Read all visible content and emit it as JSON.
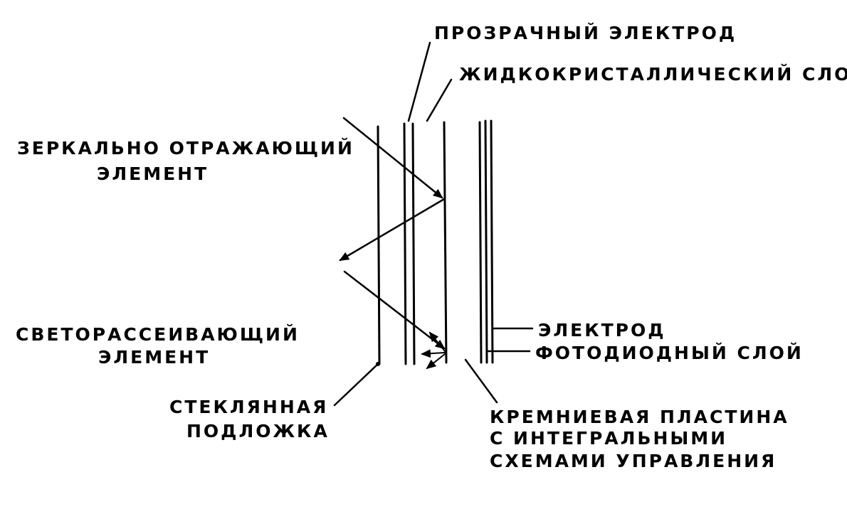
{
  "labels": {
    "transparent_electrode": "ПРОЗРАЧНЫЙ ЭЛЕКТРОД",
    "liquid_crystal_layer": "ЖИДКОКРИСТАЛЛИЧЕСКИЙ СЛОЙ",
    "mirror_element_line1": "ЗЕРКАЛЬНО ОТРАЖАЮЩИЙ",
    "mirror_element_line2": "ЭЛЕМЕНТ",
    "scattering_element_line1": "СВЕТОРАССЕИВАЮЩИЙ",
    "scattering_element_line2": "ЭЛЕМЕНТ",
    "glass_substrate_line1": "СТЕКЛЯННАЯ",
    "glass_substrate_line2": "ПОДЛОЖКА",
    "electrode": "ЭЛЕКТРОД",
    "photodiode_layer": "ФОТОДИОДНЫЙ СЛОЙ",
    "silicon_wafer_line1": "КРЕМНИЕВАЯ ПЛАСТИНА",
    "silicon_wafer_line2": "С ИНТЕГРАЛЬНЫМИ",
    "silicon_wafer_line3": "СХЕМАМИ УПРАВЛЕНИЯ"
  }
}
